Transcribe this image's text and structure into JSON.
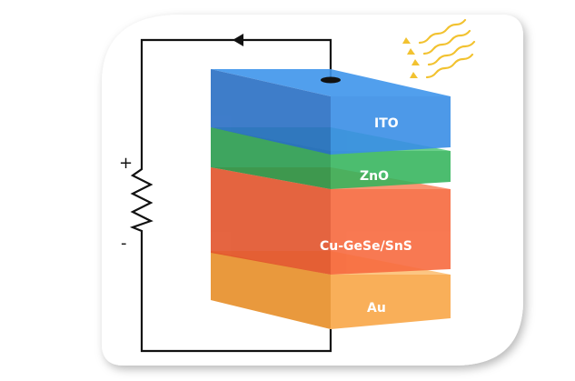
{
  "diagram": {
    "polarity": {
      "plus": "+",
      "minus": "-"
    },
    "layers": [
      {
        "id": "ito",
        "label": "ITO",
        "color": "#3a8ee6"
      },
      {
        "id": "zno",
        "label": "ZnO",
        "color": "#34b45c"
      },
      {
        "id": "cugese",
        "label": "Cu-GeSe/SnS",
        "color": "#f76a3f"
      },
      {
        "id": "au",
        "label": "Au",
        "color": "#f9a94d"
      }
    ],
    "light_color": "#f2c230",
    "wire_color": "#111111"
  }
}
